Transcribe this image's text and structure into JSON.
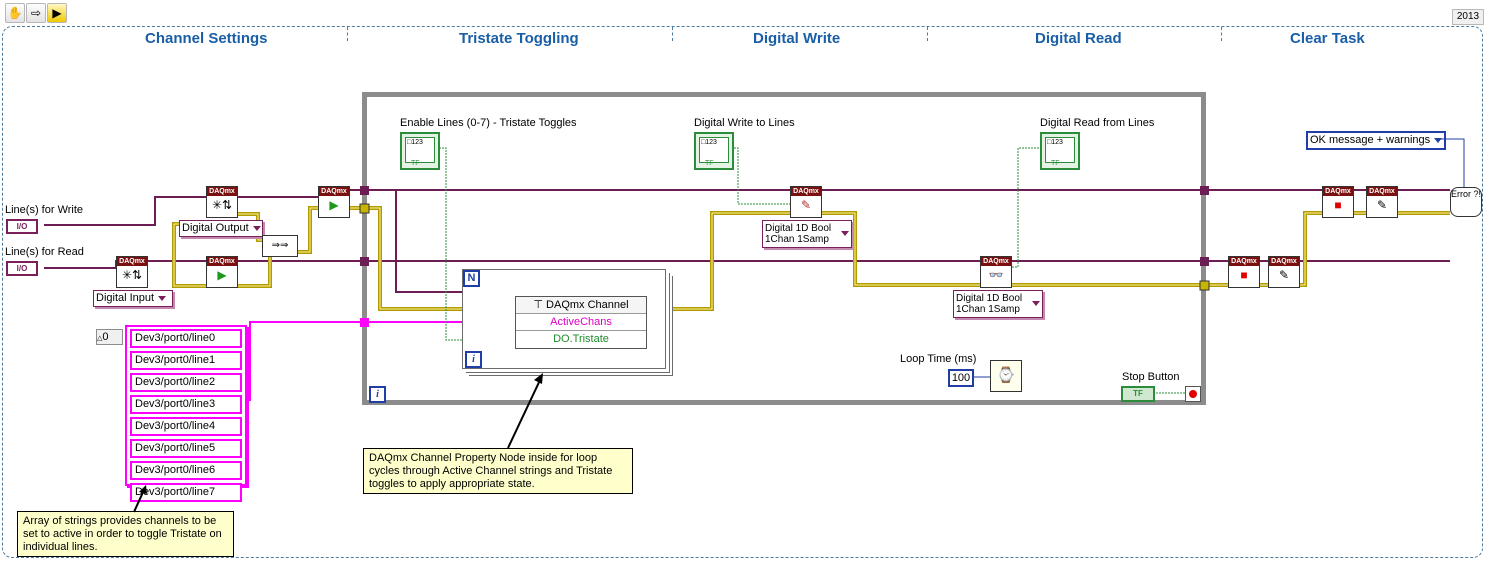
{
  "toolbar": {
    "icons": [
      "hand-icon",
      "arrow-icon",
      "run-icon"
    ],
    "version": "2013"
  },
  "frames": {
    "channel_settings": "Channel Settings",
    "tristate_toggling": "Tristate Toggling",
    "digital_write": "Digital Write",
    "digital_read": "Digital Read",
    "clear_task": "Clear Task"
  },
  "controls": {
    "lines_for_write": "Line(s) for Write",
    "lines_for_read": "Line(s) for Read",
    "io_const": "I/O",
    "enable_lines": "Enable Lines (0-7) - Tristate Toggles",
    "digital_write_to_lines": "Digital Write to Lines",
    "digital_read_from_lines": "Digital Read from Lines",
    "loop_time": "Loop Time (ms)",
    "loop_time_value": "100",
    "stop_button": "Stop Button",
    "error_option": "OK message + warnings",
    "tf": "TF"
  },
  "nodes": {
    "daqmx_caption": "DAQmx",
    "digital_output": "Digital Output",
    "digital_input": "Digital Input",
    "write_poly_line1": "Digital 1D Bool",
    "write_poly_line2": "1Chan 1Samp",
    "read_poly_line1": "Digital 1D Bool",
    "read_poly_line2": "1Chan 1Samp",
    "n_terminal": "N",
    "i_terminal": "i",
    "property_node": {
      "title": "DAQmx Channel",
      "prop1": "ActiveChans",
      "prop2": "DO.Tristate"
    },
    "error_handler": "Error ?!"
  },
  "array": {
    "index": "0",
    "items": [
      "Dev3/port0/line0",
      "Dev3/port0/line1",
      "Dev3/port0/line2",
      "Dev3/port0/line3",
      "Dev3/port0/line4",
      "Dev3/port0/line5",
      "Dev3/port0/line6",
      "Dev3/port0/line7"
    ]
  },
  "notes": {
    "property_note": "DAQmx Channel Property Node inside for loop cycles through Active Channel strings and Tristate toggles to apply appropriate state.",
    "array_note": "Array of strings provides channels to be set to active in order to toggle Tristate on individual lines."
  },
  "colors": {
    "task_wire": "#6b1d54",
    "error_wire": "#c9b400",
    "string_wire": "#ff00ff",
    "bool_wire": "#2b8c3b",
    "numeric_wire": "#1f3fa6",
    "header": "#1a5fa6"
  }
}
